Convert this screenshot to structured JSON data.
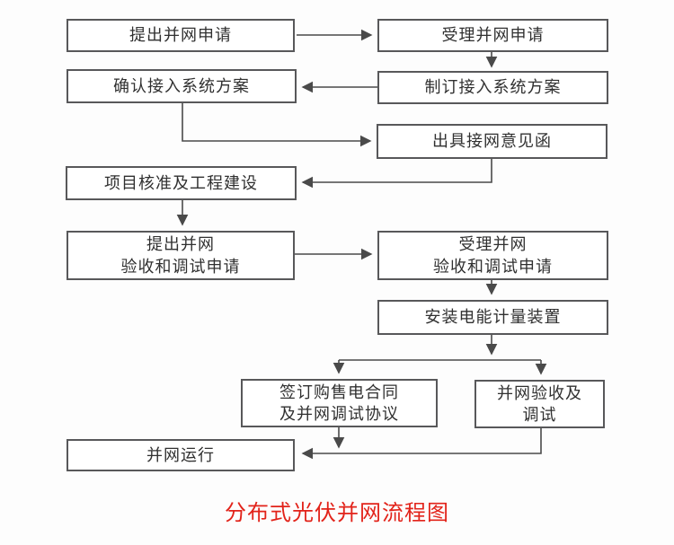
{
  "title": {
    "text": "分布式光伏并网流程图"
  },
  "colors": {
    "title_red": "#e2231a",
    "box_border": "#58585a",
    "box_text": "#303030",
    "connector_line": "#4a4a4a",
    "background": "#fdfdfd"
  },
  "flowchart": {
    "nodes": [
      {
        "id": "n1",
        "label": "提出并网申请"
      },
      {
        "id": "n2",
        "label": "受理并网申请"
      },
      {
        "id": "n3",
        "label": "确认接入系统方案"
      },
      {
        "id": "n4",
        "label": "制订接入系统方案"
      },
      {
        "id": "n5",
        "label": "出具接网意见函"
      },
      {
        "id": "n6",
        "label": "项目核准及工程建设"
      },
      {
        "id": "n7",
        "label": "提出并网\n验收和调试申请"
      },
      {
        "id": "n8",
        "label": "受理并网\n验收和调试申请"
      },
      {
        "id": "n9",
        "label": "安装电能计量装置"
      },
      {
        "id": "n10",
        "label": "签订购售电合同\n及并网调试协议"
      },
      {
        "id": "n11",
        "label": "并网验收及\n调试"
      },
      {
        "id": "n12",
        "label": "并网运行"
      }
    ],
    "edges": [
      {
        "from": "n1",
        "to": "n2"
      },
      {
        "from": "n2",
        "to": "n4"
      },
      {
        "from": "n4",
        "to": "n3"
      },
      {
        "from": "n3",
        "to": "n5"
      },
      {
        "from": "n5",
        "to": "n6"
      },
      {
        "from": "n6",
        "to": "n7"
      },
      {
        "from": "n7",
        "to": "n8"
      },
      {
        "from": "n8",
        "to": "n9"
      },
      {
        "from": "n9",
        "to": "n10"
      },
      {
        "from": "n9",
        "to": "n11"
      },
      {
        "from": "n10",
        "to": "n12"
      },
      {
        "from": "n11",
        "to": "n12"
      }
    ]
  }
}
